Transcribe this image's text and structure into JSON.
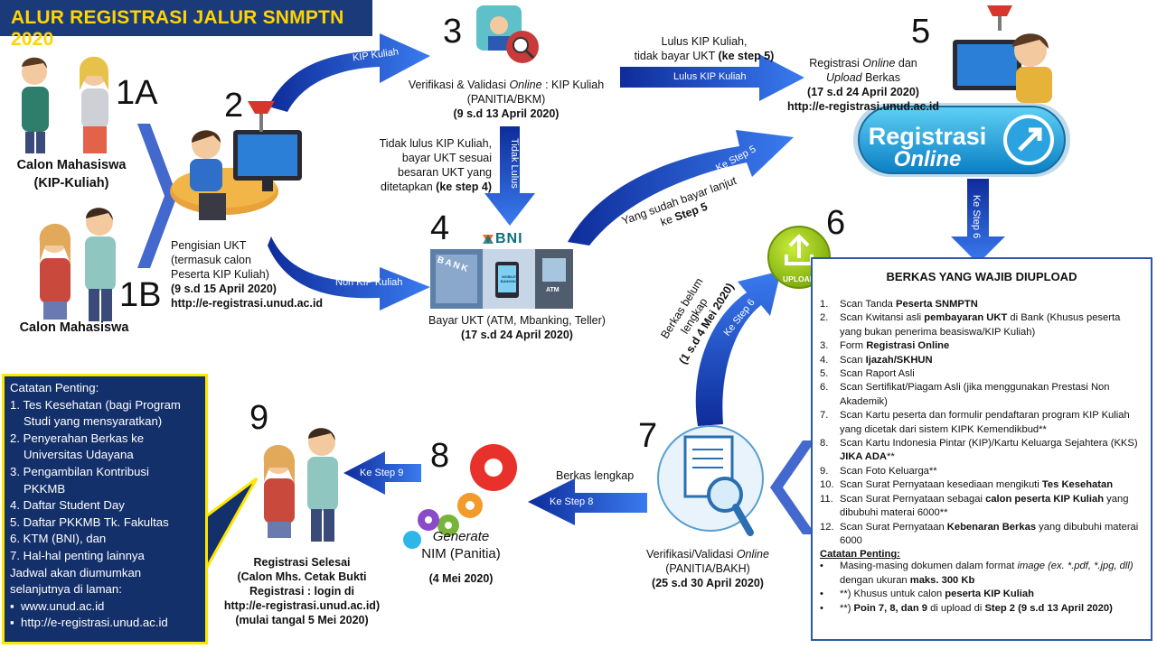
{
  "title": "ALUR REGISTRASI JALUR SNMPTN 2020",
  "steps": {
    "s1a": {
      "num": "1A",
      "label_l1": "Calon Mahasiswa",
      "label_l2": "(KIP-Kuliah)"
    },
    "s1b": {
      "num": "1B",
      "label": "Calon Mahasiswa"
    },
    "s2": {
      "num": "2",
      "l1": "Pengisian UKT",
      "l2": "(termasuk calon",
      "l3": "Peserta KIP Kuliah)",
      "date": "(9 s.d 15 April 2020)",
      "url": "http://e-registrasi.unud.ac.id"
    },
    "s3": {
      "num": "3",
      "l1a": "Verifikasi & Validasi ",
      "l1b": "Online",
      "l1c": " : KIP Kuliah",
      "l2": "(PANITIA/BKM)",
      "date": "(9 s.d 13 April 2020)"
    },
    "s4": {
      "num": "4",
      "bank": "BNI",
      "l1": "Bayar UKT (ATM, Mbanking, Teller)",
      "date": "(17 s.d 24 April 2020)",
      "photo_atm": "ATM",
      "photo_bank": "BANK",
      "photo_mbanking": "MOBILE BANKING"
    },
    "s5": {
      "num": "5",
      "l1a": "Registrasi ",
      "l1b": "Online",
      "l1c": " dan",
      "l2a": "Upload",
      "l2b": " Berkas",
      "date": "(17 s.d 24 April 2020)",
      "url": "http://e-registrasi.unud.ac.id",
      "btn_l1": "Registrasi",
      "btn_l2": "Online"
    },
    "s6": {
      "num": "6",
      "icon_label": "UPLOAD"
    },
    "s7": {
      "num": "7",
      "l1a": "Verifikasi/Validasi ",
      "l1b": "Online",
      "l2": "(PANITIA/BAKH)",
      "date": "(25 s.d 30 April 2020)"
    },
    "s8": {
      "num": "8",
      "l1": "Generate",
      "l2": "NIM (Panitia)",
      "date": "(4 Mei 2020)"
    },
    "s9": {
      "num": "9",
      "l1": "Registrasi Selesai",
      "l2": "(Calon Mhs. Cetak Bukti",
      "l3": "Registrasi : login di",
      "l4": "http://e-registrasi.unud.ac.id)",
      "l5": "(mulai tangal 5 Mei 2020)"
    }
  },
  "arrows": {
    "kip_kuliah": "KIP Kuliah",
    "non_kip_kuliah": "Non KIP Kuliah",
    "tidak_lulus": "Tidak Lulus",
    "lulus_kip": "Lulus KIP Kuliah",
    "ke_step5": "Ke Step 5",
    "ke_step6_a": "Ke Step 6",
    "ke_step6_b": "Ke Step 6",
    "ke_step8": "Ke Step 8",
    "ke_step9": "Ke Step 9"
  },
  "annotations": {
    "lulus_l1": "Lulus KIP Kuliah,",
    "lulus_l2a": "tidak bayar UKT ",
    "lulus_l2b": "(ke step 5)",
    "tidak_l1": "Tidak lulus KIP Kuliah,",
    "tidak_l2": "bayar UKT sesuai",
    "tidak_l3": "besaran UKT yang",
    "tidak_l4a": "ditetapkan ",
    "tidak_l4b": "(ke step 4)",
    "sudah_l1": "Yang sudah bayar lanjut",
    "sudah_l2a": "ke ",
    "sudah_l2b": "Step 5",
    "belum_l1": "Berkas belum",
    "belum_l2": "lengkap",
    "belum_l3": "(1 s.d 4 Mei 2020)",
    "lengkap": "Berkas lengkap"
  },
  "notes": {
    "title": "Catatan Penting:",
    "items": [
      {
        "n": "1.",
        "l1": "Tes Kesehatan (bagi Program",
        "l2": "Studi yang mensyaratkan)"
      },
      {
        "n": "2.",
        "l1": "Penyerahan Berkas ke",
        "l2": "Universitas Udayana"
      },
      {
        "n": "3.",
        "l1": "Pengambilan Kontribusi",
        "l2": "PKKMB"
      },
      {
        "n": "4.",
        "l1": "Daftar Student Day"
      },
      {
        "n": "5.",
        "l1": "Daftar PKKMB Tk. Fakultas"
      },
      {
        "n": "6.",
        "l1": "KTM (BNI), dan"
      },
      {
        "n": "7.",
        "l1": "Hal-hal penting lainnya"
      }
    ],
    "footer_l1": "Jadwal akan diumumkan",
    "footer_l2": "selanjutnya di laman:",
    "links": [
      "www.unud.ac.id",
      "http://e-registrasi.unud.ac.id"
    ],
    "bullet": "▪"
  },
  "berkas": {
    "title": "BERKAS YANG WAJIB DIUPLOAD",
    "items": [
      {
        "n": "1.",
        "a": "Scan Tanda ",
        "b": "Peserta SNMPTN",
        "c": ""
      },
      {
        "n": "2.",
        "a": "Scan Kwitansi asli ",
        "b": "pembayaran UKT",
        "c": " di Bank (Khusus peserta yang bukan penerima beasiswa/KIP Kuliah)"
      },
      {
        "n": "3.",
        "a": "Form ",
        "b": "Registrasi Online",
        "c": ""
      },
      {
        "n": "4.",
        "a": "Scan ",
        "b": "Ijazah/SKHUN",
        "c": ""
      },
      {
        "n": "5.",
        "a": "Scan Raport Asli",
        "b": "",
        "c": ""
      },
      {
        "n": "6.",
        "a": "Scan Sertifikat/Piagam Asli (jika menggunakan Prestasi Non Akademik)",
        "b": "",
        "c": ""
      },
      {
        "n": "7.",
        "a": "Scan Kartu peserta dan formulir pendaftaran program KIP Kuliah yang dicetak dari sistem KIPK Kemendikbud**",
        "b": "",
        "c": ""
      },
      {
        "n": "8.",
        "a": "Scan Kartu Indonesia Pintar (KIP)/Kartu Keluarga Sejahtera (KKS) ",
        "b": "JIKA ADA",
        "c": "**"
      },
      {
        "n": "9.",
        "a": "Scan Foto Keluarga**",
        "b": "",
        "c": ""
      },
      {
        "n": "10.",
        "a": "Scan Surat Pernyataan kesediaan mengikuti ",
        "b": "Tes Kesehatan",
        "c": ""
      },
      {
        "n": "11.",
        "a": "Scan Surat Pernyataan sebagai ",
        "b": "calon peserta KIP Kuliah",
        "c": " yang dibubuhi materai 6000**"
      },
      {
        "n": "12.",
        "a": "Scan Surat Pernyataan ",
        "b": "Kebenaran Berkas",
        "c": " yang dibubuhi materai 6000"
      }
    ],
    "catatan_title": "Catatan Penting:",
    "catatan": [
      {
        "n": "•",
        "a": "Masing-masing dokumen dalam format ",
        "i": "image  (ex. *.pdf, *.jpg, dll)",
        "b1": " dengan ukuran ",
        "b": "maks. 300 Kb",
        "c": ""
      },
      {
        "n": "•",
        "a": "**) Khusus untuk calon ",
        "i": "",
        "b1": "",
        "b": "peserta KIP Kuliah",
        "c": ""
      },
      {
        "n": "•",
        "a": "**) ",
        "i": "",
        "b1": "",
        "b": "Poin 7, 8, dan 9",
        "c": " di upload di "
      },
      {
        "n": "",
        "a": "",
        "i": "",
        "b1": "",
        "b": "Step 2 (9 s.d 13 April 2020)",
        "c": ""
      }
    ]
  },
  "colors": {
    "navy": "#1b3a7a",
    "arrow_blue": "#2255d6",
    "yellow": "#ffd400",
    "upload_green": "#9bc813",
    "gear_red": "#e8312b"
  }
}
